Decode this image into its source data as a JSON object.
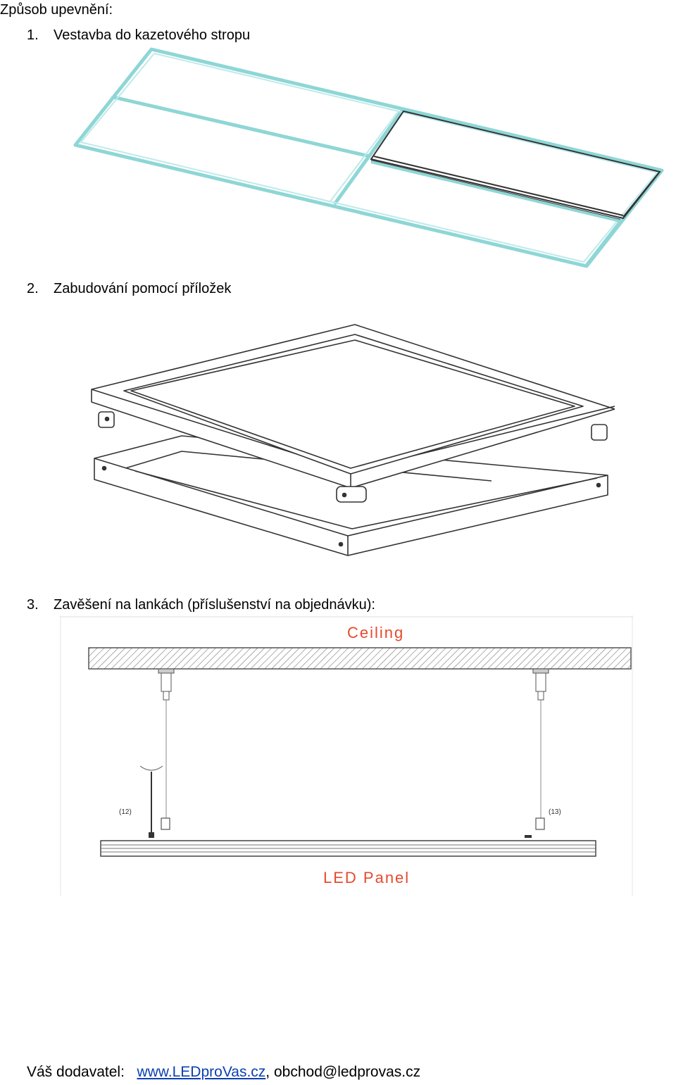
{
  "heading": "Způsob upevnění:",
  "items": [
    {
      "num": "1.",
      "text": "Vestavba do kazetového stropu"
    },
    {
      "num": "2.",
      "text": "Zabudování pomocí příložek"
    },
    {
      "num": "3.",
      "text": "Zavěšení na lankách (příslušenství na objednávku):"
    }
  ],
  "figure3": {
    "ceiling_label": "Ceiling",
    "panel_label": "LED Panel",
    "callout_left": "(12)",
    "callout_right": "(13)"
  },
  "colors": {
    "frame_cyan": "#8fd6d6",
    "line_dark": "#333333",
    "label_red": "#e64a2e",
    "link_blue": "#0b3fb3"
  },
  "footer": {
    "label": "Váš dodavatel:",
    "website": "www.LEDproVas.cz",
    "separator": ",",
    "email": "obchod@ledprovas.cz"
  }
}
